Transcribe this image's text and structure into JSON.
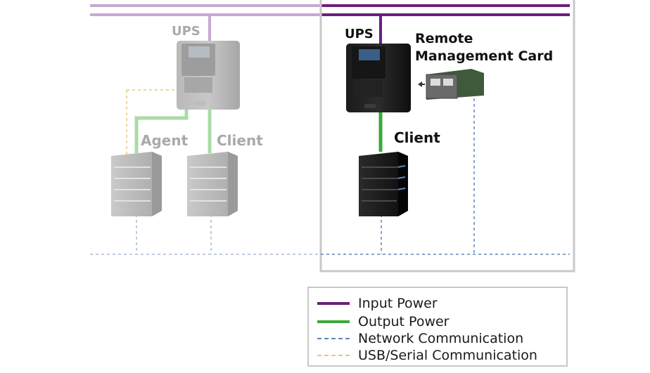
{
  "labels": {
    "left_ups": "UPS",
    "agent": "Agent",
    "left_client": "Client",
    "right_ups": "UPS",
    "rmc_line1": "Remote",
    "rmc_line2": "Management Card",
    "right_client": "Client"
  },
  "legend": {
    "items": [
      {
        "label": "Input Power",
        "style": "solid",
        "color": "#6b1f7e"
      },
      {
        "label": "Output Power",
        "style": "solid",
        "color": "#3aa83a"
      },
      {
        "label": "Network Communication",
        "style": "dashed",
        "color": "#5b86b8"
      },
      {
        "label": "USB/Serial Communication",
        "style": "dashed",
        "color": "#e6c880"
      }
    ]
  },
  "colors": {
    "input_power": "#6b1f7e",
    "input_power_faded": "#c9a8d2",
    "output_power": "#3aa83a",
    "output_power_faded": "#a9dca4",
    "network": "#5b86b8",
    "network_faded": "#a8bcd4",
    "usb": "#e6c880",
    "frame": "#c8c8c8"
  }
}
